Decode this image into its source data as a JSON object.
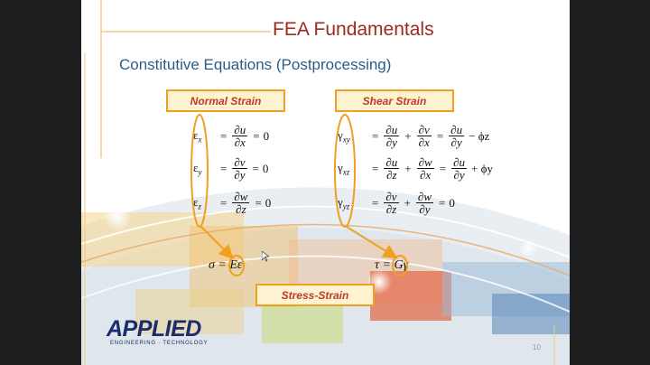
{
  "slide": {
    "title": "FEA Fundamentals",
    "subtitle": "Constitutive Equations (Postprocessing)",
    "page_number": "10",
    "colors": {
      "title": "#9b2a1f",
      "subtitle": "#2a5d86",
      "box_border": "#f0a020",
      "box_text": "#c0392b",
      "ellipse": "#f0a020"
    }
  },
  "labels": {
    "normal_strain": "Normal Strain",
    "shear_strain": "Shear Strain",
    "stress_strain": "Stress-Strain"
  },
  "normal_eqs": [
    {
      "lhs": "ε",
      "sub": "x",
      "num": "∂u",
      "den": "∂x",
      "rhs": "0"
    },
    {
      "lhs": "ε",
      "sub": "y",
      "num": "∂v",
      "den": "∂y",
      "rhs": "0"
    },
    {
      "lhs": "ε",
      "sub": "z",
      "num": "∂w",
      "den": "∂z",
      "rhs": "0"
    }
  ],
  "shear_eqs": [
    {
      "lhs": "γ",
      "sub": "xy",
      "n1": "∂u",
      "d1": "∂y",
      "n2": "∂v",
      "d2": "∂x",
      "n3": "∂u",
      "d3": "∂y",
      "tail": "− ϕz"
    },
    {
      "lhs": "γ",
      "sub": "xz",
      "n1": "∂u",
      "d1": "∂z",
      "n2": "∂w",
      "d2": "∂x",
      "n3": "∂u",
      "d3": "∂y",
      "tail": "+ ϕy"
    },
    {
      "lhs": "γ",
      "sub": "yz",
      "n1": "∂v",
      "d1": "∂z",
      "n2": "∂w",
      "d2": "∂y",
      "rhs": "0"
    }
  ],
  "hooke": {
    "normal": "σ = Eε",
    "shear": "τ = Gγ"
  },
  "logo": {
    "name": "APPLIED",
    "tagline": "ENGINEERING · TECHNOLOGY"
  }
}
